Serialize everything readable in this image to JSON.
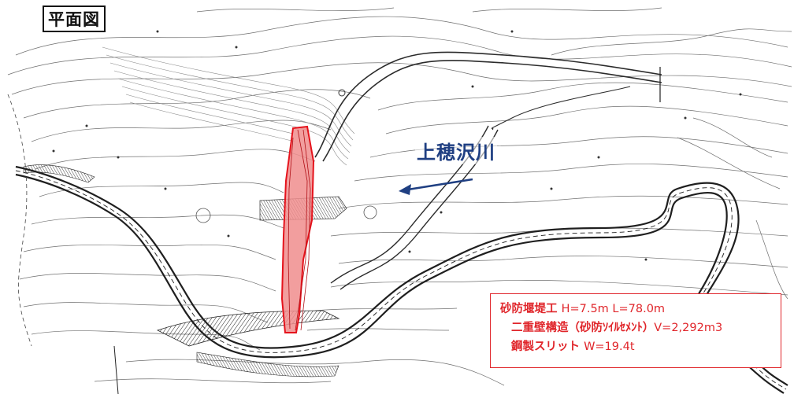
{
  "map_title": "平面図",
  "river_label": "上穂沢川",
  "info": {
    "line1_name": "砂防堰堤工",
    "line1_spec": "H=7.5m L=78.0m",
    "line2_name": "二重壁構造（砂防ｿｲﾙｾﾒﾝﾄ）",
    "line2_spec": "V=2,292m3",
    "line3_name": "鋼製スリット",
    "line3_spec": "W=19.4t"
  },
  "colors": {
    "dam_fill": "#f08d8d",
    "dam_stroke": "#e5131c",
    "river_label": "#1f3f82",
    "info_text": "#e0262b",
    "arrow": "#1f3f82",
    "linework": "#3a3a3a"
  }
}
